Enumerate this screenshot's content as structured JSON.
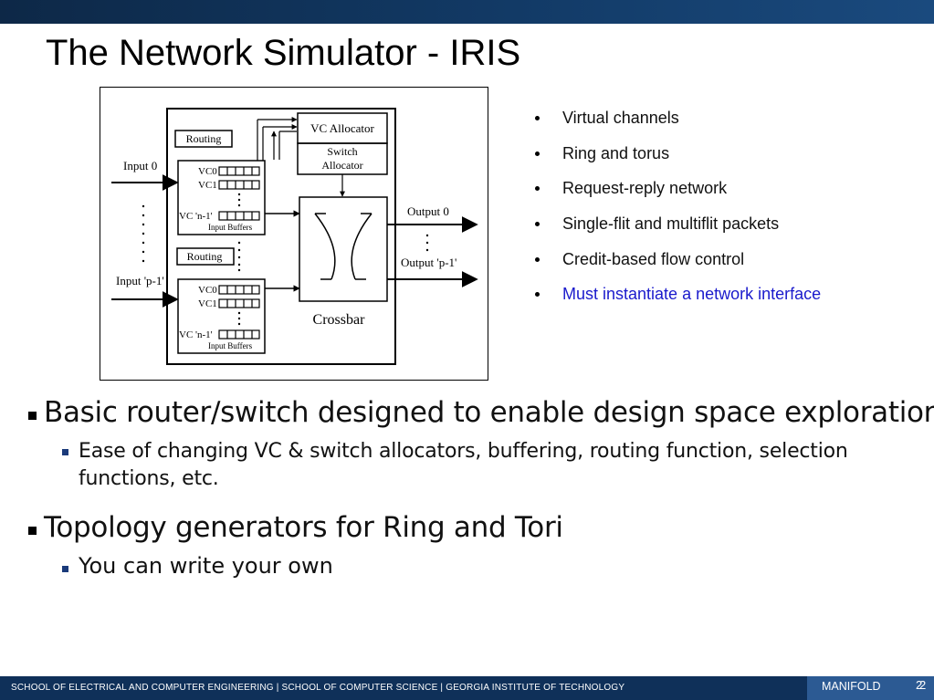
{
  "slide": {
    "title": "The Network Simulator - IRIS",
    "side_bullets": [
      "Virtual channels",
      "Ring and torus",
      "Request-reply network",
      "Single-flit and multiflit packets",
      "Credit-based flow control",
      "Must instantiate a network interface"
    ],
    "highlight_color": "#1a1acc",
    "main_bullets": [
      {
        "text": "Basic router/switch designed to enable design space exploration",
        "sub": "Ease of changing VC & switch allocators, buffering, routing function, selection functions, etc."
      },
      {
        "text": "Topology generators for Ring and Tori",
        "sub": "You can write your own"
      }
    ]
  },
  "diagram": {
    "routing": "Routing",
    "vc_allocator": "VC Allocator",
    "switch_allocator_1": "Switch",
    "switch_allocator_2": "Allocator",
    "input_0": "Input 0",
    "input_p1": "Input 'p-1'",
    "vc0": "VC0",
    "vc1": "VC1",
    "vcn1": "VC 'n-1'",
    "input_buffers": "Input Buffers",
    "output_0": "Output 0",
    "output_p1": "Output 'p-1'",
    "crossbar": "Crossbar"
  },
  "footer": {
    "text": "SCHOOL OF ELECTRICAL AND COMPUTER ENGINEERING | SCHOOL OF COMPUTER SCIENCE | GEORGIA INSTITUTE OF TECHNOLOGY",
    "brand": "MANIFOLD",
    "page_number": "2",
    "page_number_overlay": "2"
  },
  "colors": {
    "header_bar": "#123a66",
    "footer_bar": "#0f3059",
    "footer_tab": "#2c5a93"
  }
}
